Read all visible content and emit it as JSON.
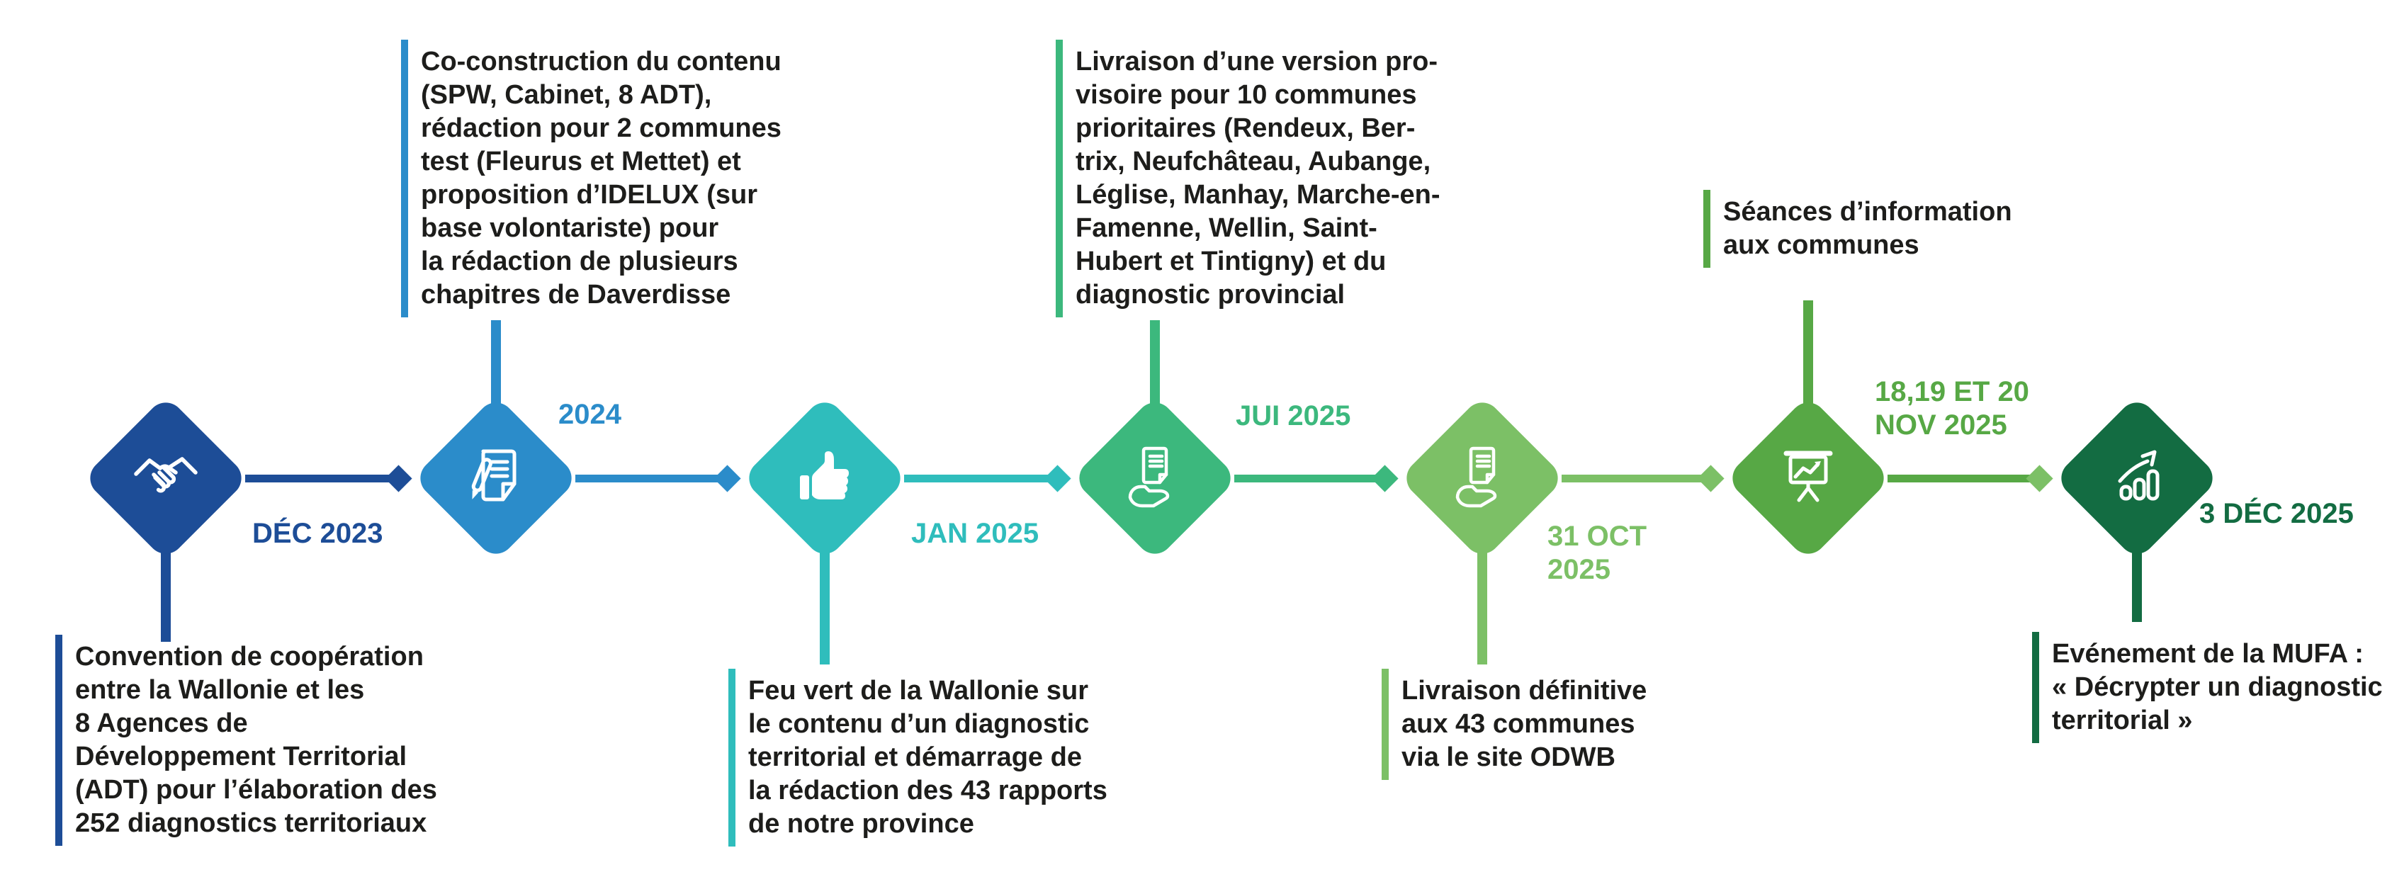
{
  "page": {
    "background": "#ffffff",
    "text_color": "#1d1d1b"
  },
  "timeline": {
    "milestones": [
      {
        "icon": "handshake-icon",
        "color": "#1d4d97",
        "date_lines": [
          "DÉC 2023"
        ],
        "description_lines": [
          "Convention de coopération",
          "entre la Wallonie et les",
          "8 Agences de",
          "Développement Territorial",
          "(ADT) pour l’élaboration des",
          "252 diagnostics territoriaux"
        ]
      },
      {
        "icon": "document-pen-icon",
        "color": "#2b8cca",
        "date_lines": [
          "2024"
        ],
        "description_lines": [
          "Co-construction du contenu",
          "(SPW, Cabinet, 8 ADT),",
          "rédaction pour 2 communes",
          "test (Fleurus et Mettet) et",
          "proposition d’IDELUX (sur",
          "base volontariste) pour",
          "la rédaction de plusieurs",
          "chapitres de Daverdisse"
        ]
      },
      {
        "icon": "thumbs-up-icon",
        "color": "#2fbdbc",
        "date_lines": [
          "JAN 2025"
        ],
        "description_lines": [
          "Feu vert de la Wallonie sur",
          "le contenu d’un diagnostic",
          "territorial et démarrage de",
          "la rédaction des 43 rapports",
          "de notre province"
        ]
      },
      {
        "icon": "document-hand-icon",
        "color": "#3cb87d",
        "date_lines": [
          "JUI 2025"
        ],
        "description_lines": [
          "Livraison d’une version pro-",
          "visoire pour 10 communes",
          "prioritaires (Rendeux, Ber-",
          "trix, Neufchâteau, Aubange,",
          "Léglise, Manhay, Marche-en-",
          "Famenne, Wellin, Saint-",
          "Hubert et Tintigny) et du",
          "diagnostic provincial"
        ]
      },
      {
        "icon": "document-hand-icon",
        "color": "#7cc066",
        "date_lines": [
          "31 OCT",
          "2025"
        ],
        "description_lines": [
          "Livraison définitive",
          "aux 43 communes",
          "via le site ODWB"
        ]
      },
      {
        "icon": "presentation-chart-icon",
        "color": "#57a845",
        "date_lines": [
          "18,19 ET 20",
          "NOV 2025"
        ],
        "description_lines": [
          "Séances d’information",
          "aux communes"
        ]
      },
      {
        "icon": "growth-chart-icon",
        "color": "#136c42",
        "date_lines": [
          "3 DÉC 2025"
        ],
        "description_lines": [
          "Evénement de la MUFA :",
          "« Décrypter un diagnostic",
          "territorial »"
        ]
      }
    ],
    "connectors": [
      {
        "color": "#1d4d97",
        "arrow_color": "#1d4d97"
      },
      {
        "color": "#2b8cca",
        "arrow_color": "#2b8cca"
      },
      {
        "color": "#2fbdbc",
        "arrow_color": "#2fbdbc"
      },
      {
        "color": "#3cb87d",
        "arrow_color": "#3cb87d"
      },
      {
        "color": "#7cc066",
        "arrow_color": "#7cc066"
      },
      {
        "color": "#57a845",
        "arrow_color": "#7cc066"
      }
    ]
  }
}
